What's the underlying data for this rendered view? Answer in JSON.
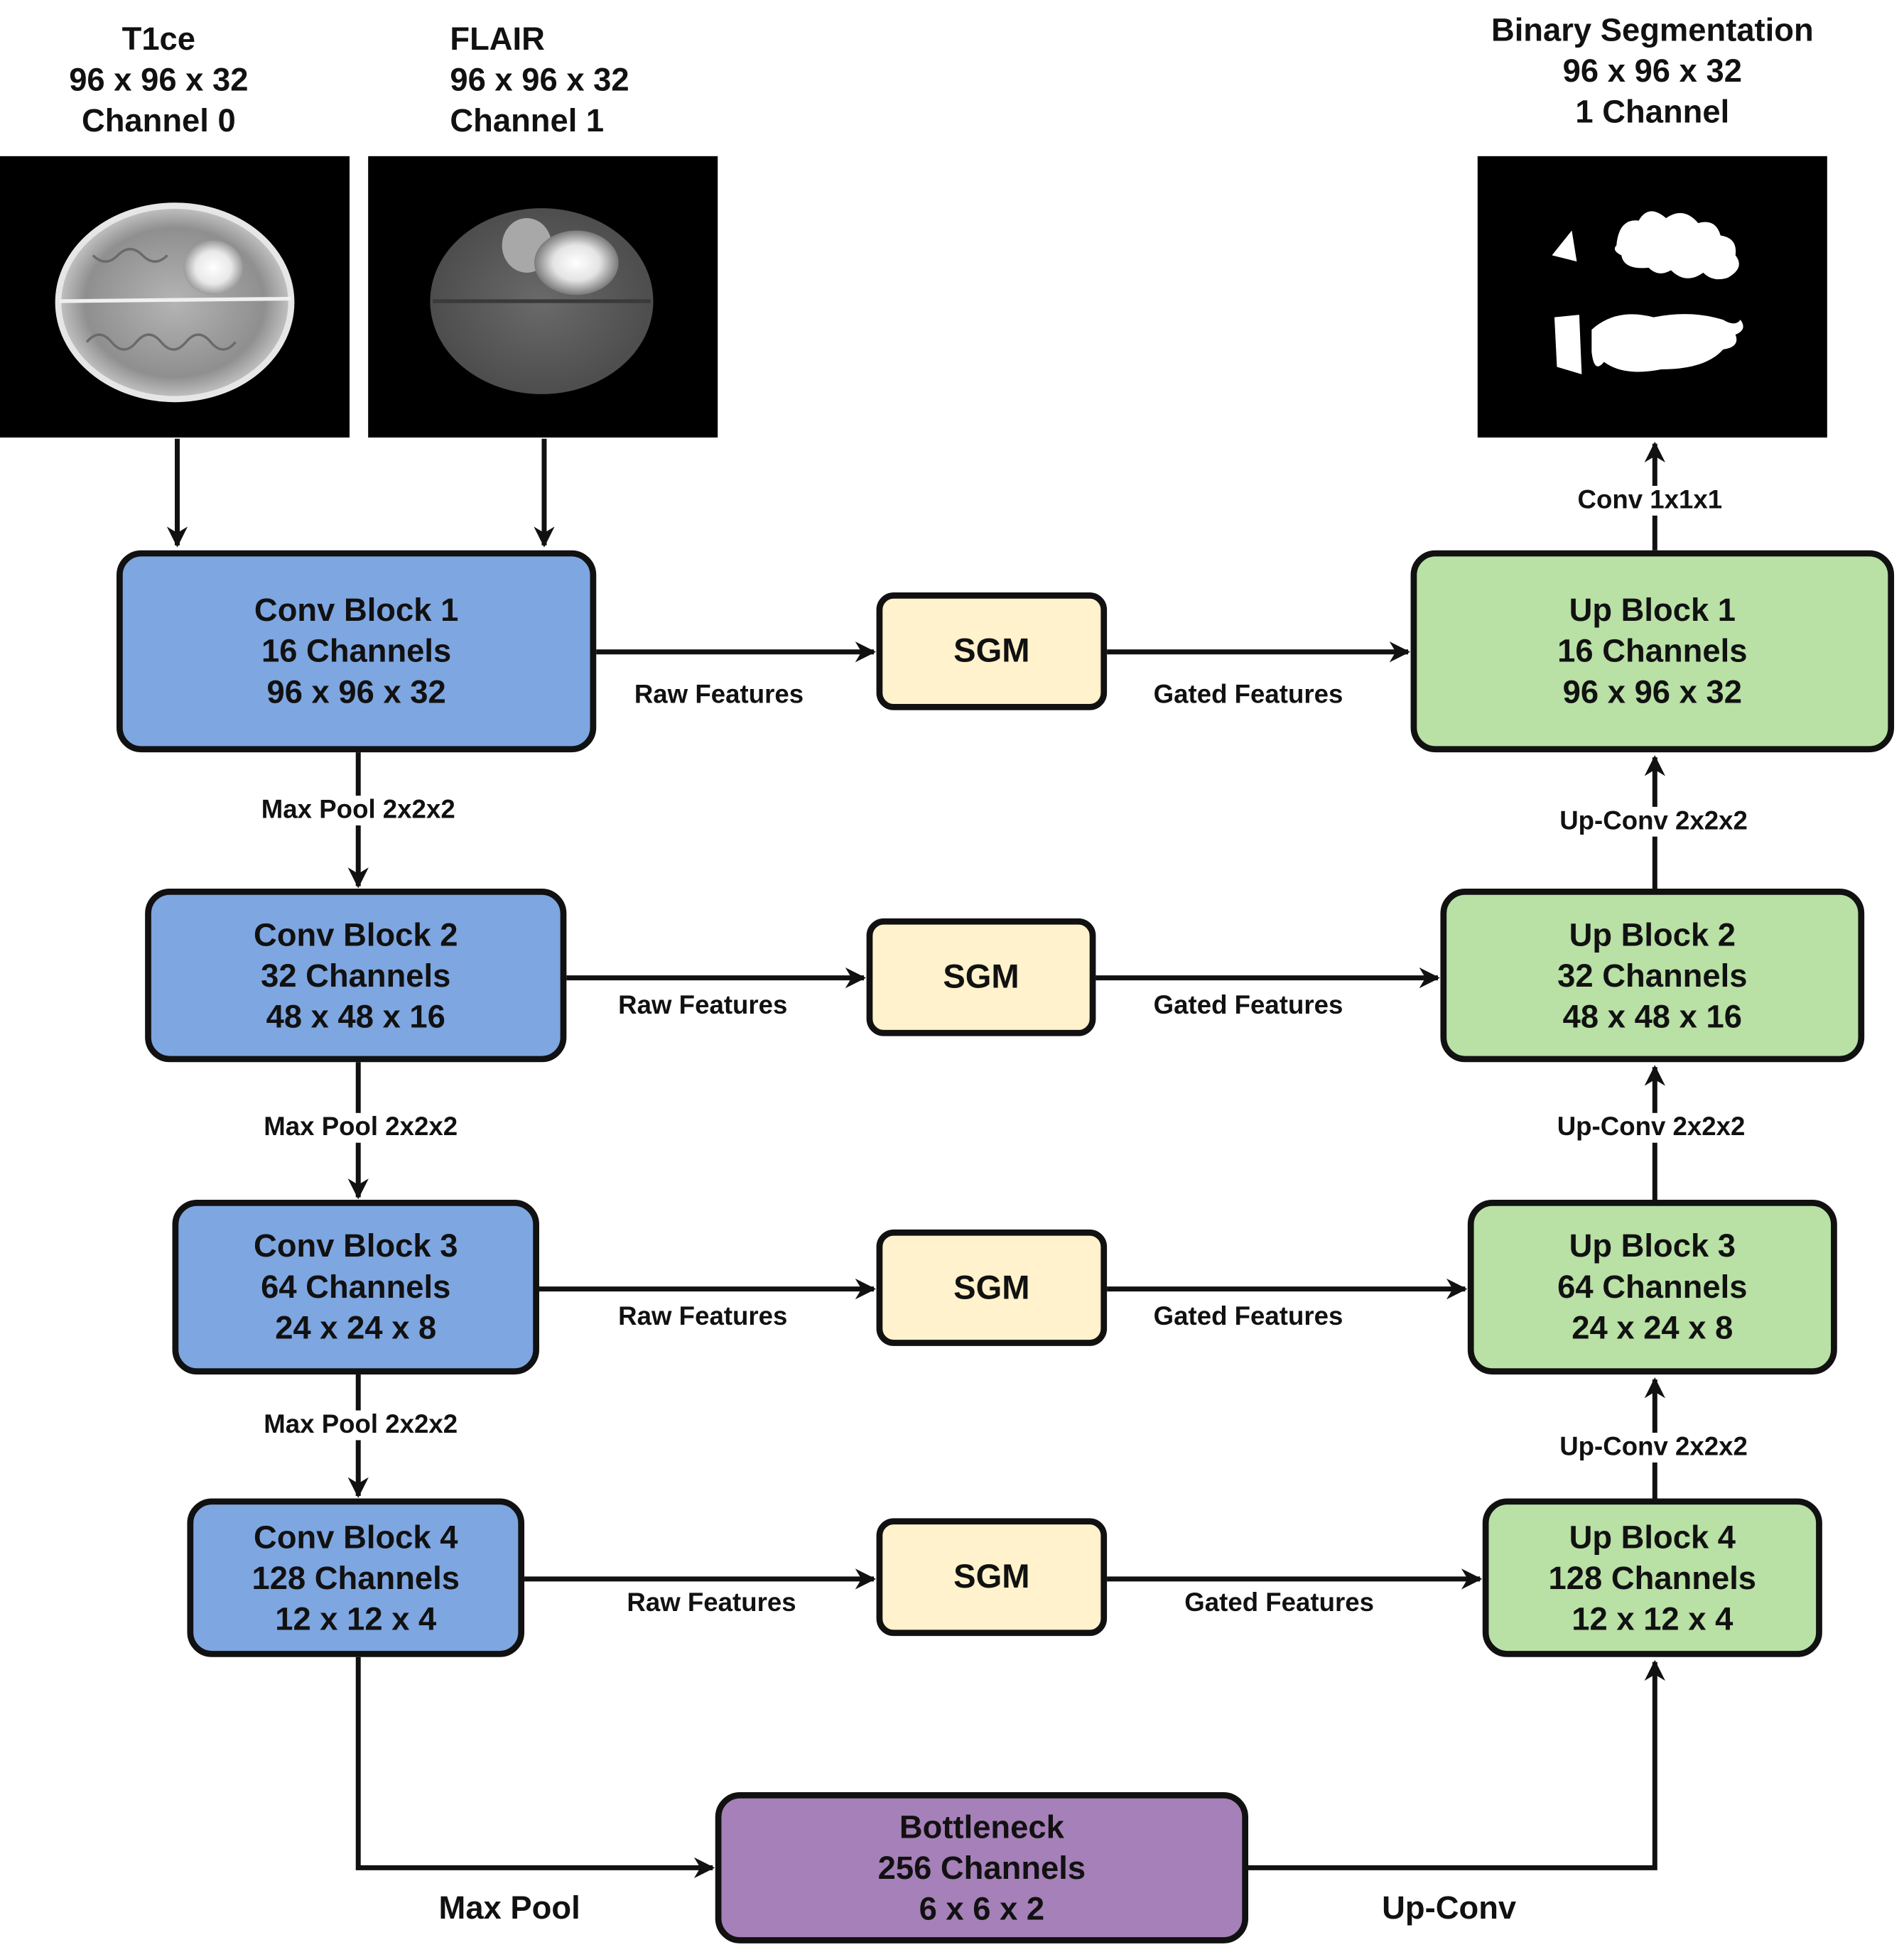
{
  "inputs": [
    {
      "name": "T1ce",
      "size": "96 x 96 x 32",
      "channel": "Channel 0"
    },
    {
      "name": "FLAIR",
      "size": "96 x 96 x 32",
      "channel": "Channel 1"
    }
  ],
  "output": {
    "name": "Binary Segmentation",
    "size": "96 x 96 x 32",
    "channel": "1 Channel"
  },
  "encoder": [
    {
      "title": "Conv Block 1",
      "channels": "16 Channels",
      "size": "96 x 96 x 32"
    },
    {
      "title": "Conv Block 2",
      "channels": "32 Channels",
      "size": "48 x 48 x 16"
    },
    {
      "title": "Conv Block 3",
      "channels": "64 Channels",
      "size": "24 x 24 x 8"
    },
    {
      "title": "Conv Block 4",
      "channels": "128 Channels",
      "size": "12 x 12 x 4"
    }
  ],
  "decoder": [
    {
      "title": "Up Block 1",
      "channels": "16 Channels",
      "size": "96 x 96 x 32"
    },
    {
      "title": "Up Block 2",
      "channels": "32 Channels",
      "size": "48 x 48 x 16"
    },
    {
      "title": "Up Block 3",
      "channels": "64 Channels",
      "size": "24 x 24 x 8"
    },
    {
      "title": "Up Block 4",
      "channels": "128 Channels",
      "size": "12 x 12 x 4"
    }
  ],
  "sgm_label": "SGM",
  "bottleneck": {
    "title": "Bottleneck",
    "channels": "256 Channels",
    "size": "6  x  6  x  2"
  },
  "edges": {
    "raw": "Raw Features",
    "gated": "Gated Features",
    "maxpool": "Max Pool 2x2x2",
    "upconv": "Up-Conv 2x2x2",
    "conv1x1": "Conv 1x1x1",
    "maxpool_short": "Max Pool",
    "upconv_short": "Up-Conv"
  },
  "colors": {
    "encoder_fill": "#7ea6e0",
    "decoder_fill": "#b9e0a5",
    "sgm_fill": "#fff2cc",
    "bottleneck_fill": "#a680b8",
    "stroke": "#111111"
  }
}
